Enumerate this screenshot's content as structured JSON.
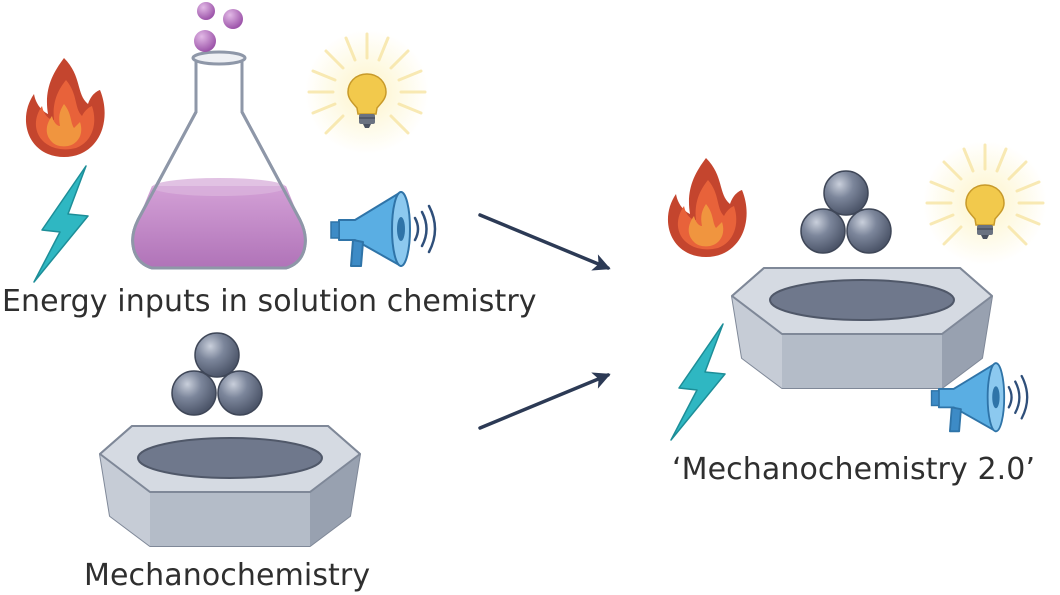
{
  "labels": {
    "solution": "Energy inputs in solution chemistry",
    "mechanochemistry": "Mechanochemistry",
    "mechanochemistry_2": "‘Mechanochemistry 2.0’"
  },
  "colors": {
    "flame_outer": "#c4452e",
    "flame_mid": "#e8623a",
    "flame_inner": "#f0953f",
    "bolt": "#2fb7c2",
    "liquid": "#c487c8",
    "bubble": "#a85fb3",
    "bulb": "#f2c94c",
    "speaker": "#5aaee3",
    "ball": "#737d92",
    "mortar": "#b7bfca",
    "arrow": "#2c3a55"
  }
}
